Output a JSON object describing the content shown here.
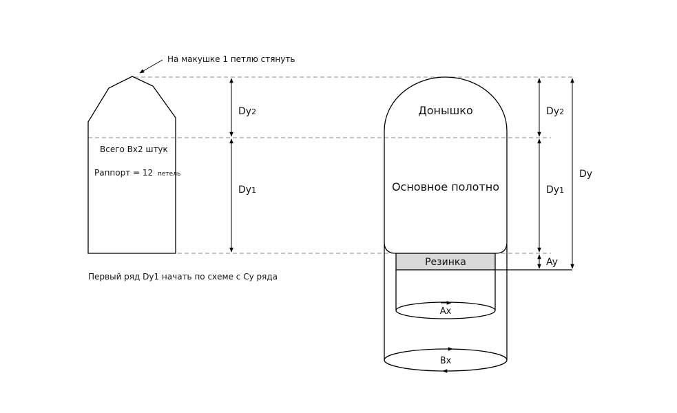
{
  "annotations": {
    "top_note": "На макушке 1 петлю стянуть",
    "bottom_note": "Первый ряд Dy1 начать по схеме с Cy ряда"
  },
  "left_piece": {
    "count_label": "Всего Вх2 штук",
    "repeat_prefix": "Раппорт = 12",
    "repeat_suffix": "петель"
  },
  "right_piece": {
    "top_label": "Донышко",
    "main_label": "Основное полотно",
    "band_label": "Резинка",
    "inner_ellipse_label": "Ax",
    "outer_ellipse_label": "Bx"
  },
  "dimensions": {
    "left_dy2": {
      "main": "Dy",
      "sub": "2"
    },
    "left_dy1": {
      "main": "Dy",
      "sub": "1"
    },
    "right_dy2": {
      "main": "Dy",
      "sub": "2"
    },
    "right_dy1": {
      "main": "Dy",
      "sub": "1"
    },
    "ay": "Ay",
    "dy_total": "Dy"
  },
  "colors": {
    "band_fill": "#d9d9d9",
    "dashed_line": "#888888",
    "outline": "#000000"
  }
}
